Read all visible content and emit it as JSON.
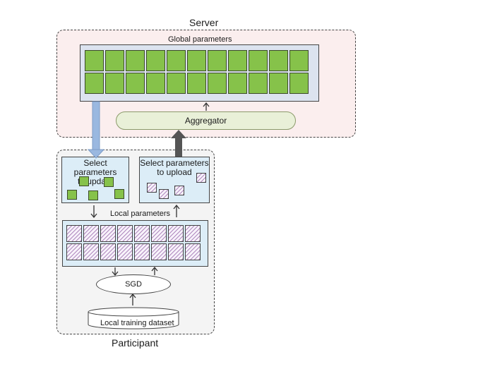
{
  "server": {
    "title": "Server"
  },
  "global": {
    "label": "Global parameters",
    "rows": 2,
    "cols": 11
  },
  "aggregator": {
    "label": "Aggregator"
  },
  "participant": {
    "title": "Participant"
  },
  "select_update": {
    "label_line1": "Select parameters",
    "label_line2": "to update"
  },
  "select_upload": {
    "label_line1": "Select parameters",
    "label_line2": "to upload"
  },
  "local": {
    "label": "Local parameters",
    "rows": 2,
    "cols": 8
  },
  "sgd": {
    "label": "SGD"
  },
  "dataset": {
    "label": "Local training dataset"
  },
  "colors": {
    "server_bg": "#fbeeee",
    "participant_bg": "#f4f4f4",
    "param_green": "#86c24a",
    "hatch_purple": "#b08ac0",
    "light_blue_panel": "#dcedf7",
    "global_panel": "#dce3ef",
    "aggregator_bg": "#e9f0d8",
    "download_arrow": "#9ab8e0",
    "upload_arrow": "#555555"
  }
}
